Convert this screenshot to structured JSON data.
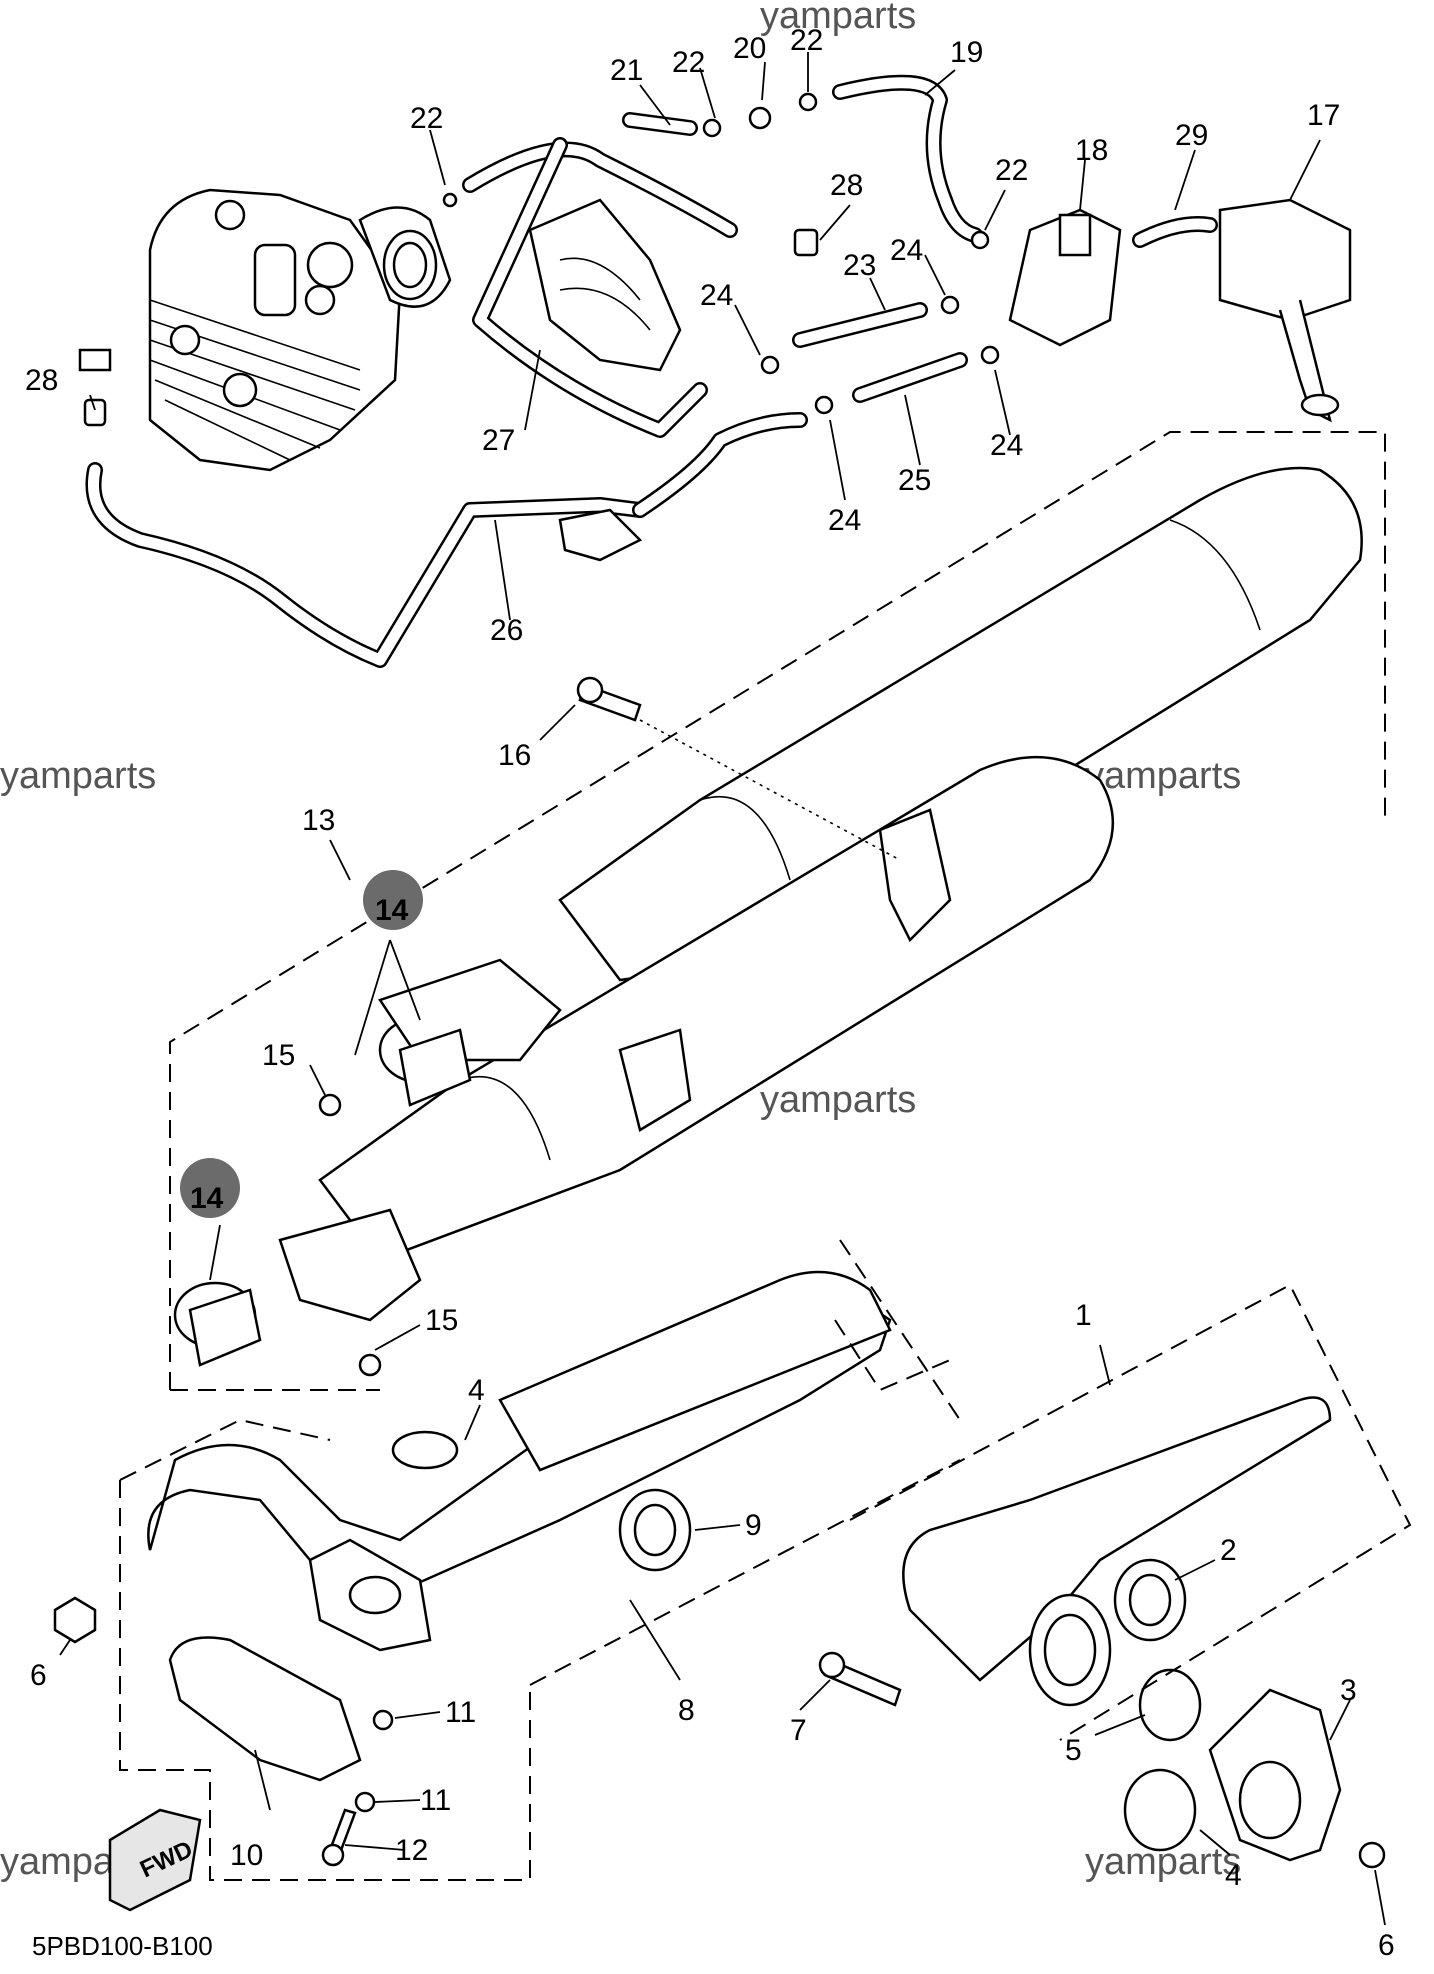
{
  "diagram": {
    "code": "5PBD100-B100",
    "watermark": "yamparts",
    "fwd_label": "FWD",
    "highlight_color": "#6b6b6b",
    "callouts": [
      {
        "id": "c1",
        "label": "1"
      },
      {
        "id": "c2",
        "label": "2"
      },
      {
        "id": "c3",
        "label": "3"
      },
      {
        "id": "c4a",
        "label": "4"
      },
      {
        "id": "c4b",
        "label": "4"
      },
      {
        "id": "c5",
        "label": "5"
      },
      {
        "id": "c6a",
        "label": "6"
      },
      {
        "id": "c6b",
        "label": "6"
      },
      {
        "id": "c7",
        "label": "7"
      },
      {
        "id": "c8",
        "label": "8"
      },
      {
        "id": "c9",
        "label": "9"
      },
      {
        "id": "c10",
        "label": "10"
      },
      {
        "id": "c11a",
        "label": "11"
      },
      {
        "id": "c11b",
        "label": "11"
      },
      {
        "id": "c12",
        "label": "12"
      },
      {
        "id": "c13",
        "label": "13"
      },
      {
        "id": "c14a",
        "label": "14"
      },
      {
        "id": "c14b",
        "label": "14"
      },
      {
        "id": "c15a",
        "label": "15"
      },
      {
        "id": "c15b",
        "label": "15"
      },
      {
        "id": "c16",
        "label": "16"
      },
      {
        "id": "c17",
        "label": "17"
      },
      {
        "id": "c18",
        "label": "18"
      },
      {
        "id": "c19",
        "label": "19"
      },
      {
        "id": "c20",
        "label": "20"
      },
      {
        "id": "c21",
        "label": "21"
      },
      {
        "id": "c22a",
        "label": "22"
      },
      {
        "id": "c22b",
        "label": "22"
      },
      {
        "id": "c22c",
        "label": "22"
      },
      {
        "id": "c22d",
        "label": "22"
      },
      {
        "id": "c23",
        "label": "23"
      },
      {
        "id": "c24a",
        "label": "24"
      },
      {
        "id": "c24b",
        "label": "24"
      },
      {
        "id": "c24c",
        "label": "24"
      },
      {
        "id": "c24d",
        "label": "24"
      },
      {
        "id": "c25",
        "label": "25"
      },
      {
        "id": "c26",
        "label": "26"
      },
      {
        "id": "c27",
        "label": "27"
      },
      {
        "id": "c28a",
        "label": "28"
      },
      {
        "id": "c28b",
        "label": "28"
      },
      {
        "id": "c29",
        "label": "29"
      }
    ]
  }
}
